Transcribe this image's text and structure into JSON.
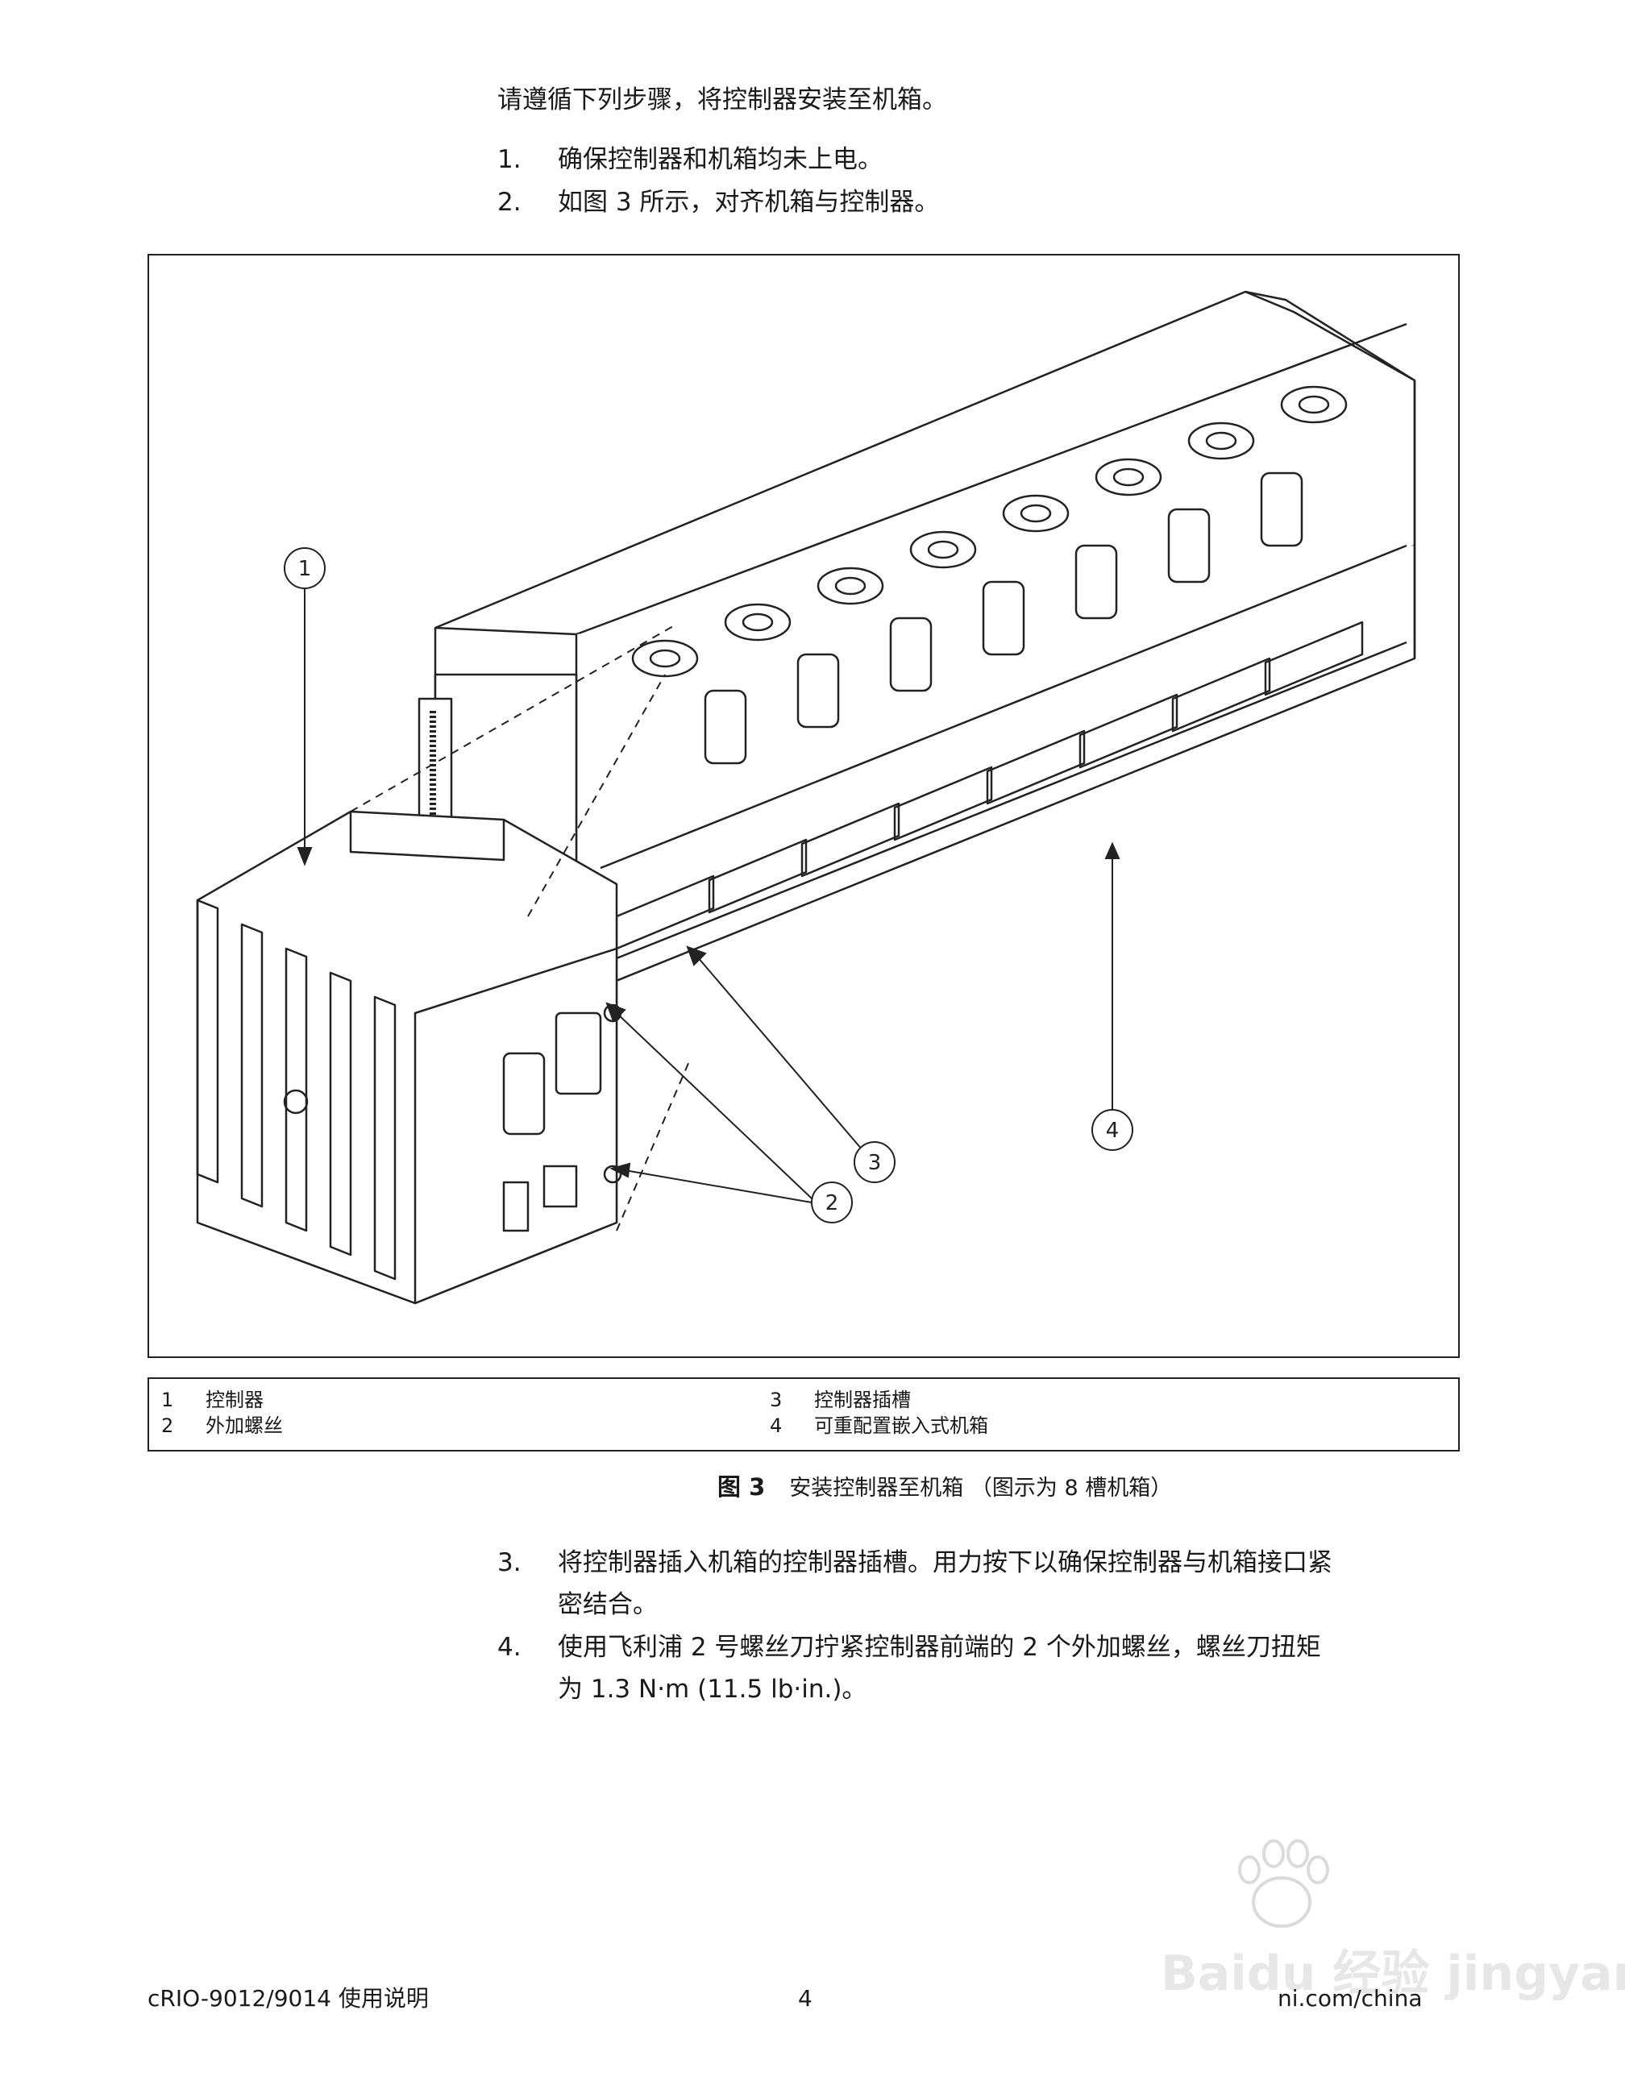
{
  "intro": "请遵循下列步骤，将控制器安装至机箱。",
  "steps_before": [
    {
      "num": "1.",
      "text": "确保控制器和机箱均未上电。"
    },
    {
      "num": "2.",
      "text": "如图  3 所示，对齐机箱与控制器。"
    }
  ],
  "figure": {
    "callouts": [
      "1",
      "2",
      "3",
      "4"
    ],
    "legend": [
      {
        "num": "1",
        "label": "控制器"
      },
      {
        "num": "2",
        "label": "外加螺丝"
      },
      {
        "num": "3",
        "label": "控制器插槽"
      },
      {
        "num": "4",
        "label": "可重配置嵌入式机箱"
      }
    ],
    "caption_label": "图 3",
    "caption_text": "安装控制器至机箱 （图示为 8 槽机箱）"
  },
  "steps_after": [
    {
      "num": "3.",
      "line1": "将控制器插入机箱的控制器插槽。用力按下以确保控制器与机箱接口紧",
      "line2": "密结合。"
    },
    {
      "num": "4.",
      "line1": "使用飞利浦 2 号螺丝刀拧紧控制器前端的 2 个外加螺丝，螺丝刀扭矩",
      "line2": "为 1.3 N·m (11.5 lb·in.)。"
    }
  ],
  "footer": {
    "left": "cRIO-9012/9014 使用说明",
    "center": "4",
    "right": "ni.com/china"
  },
  "watermark": "Baidu 经验 jingyan.baidu.com"
}
